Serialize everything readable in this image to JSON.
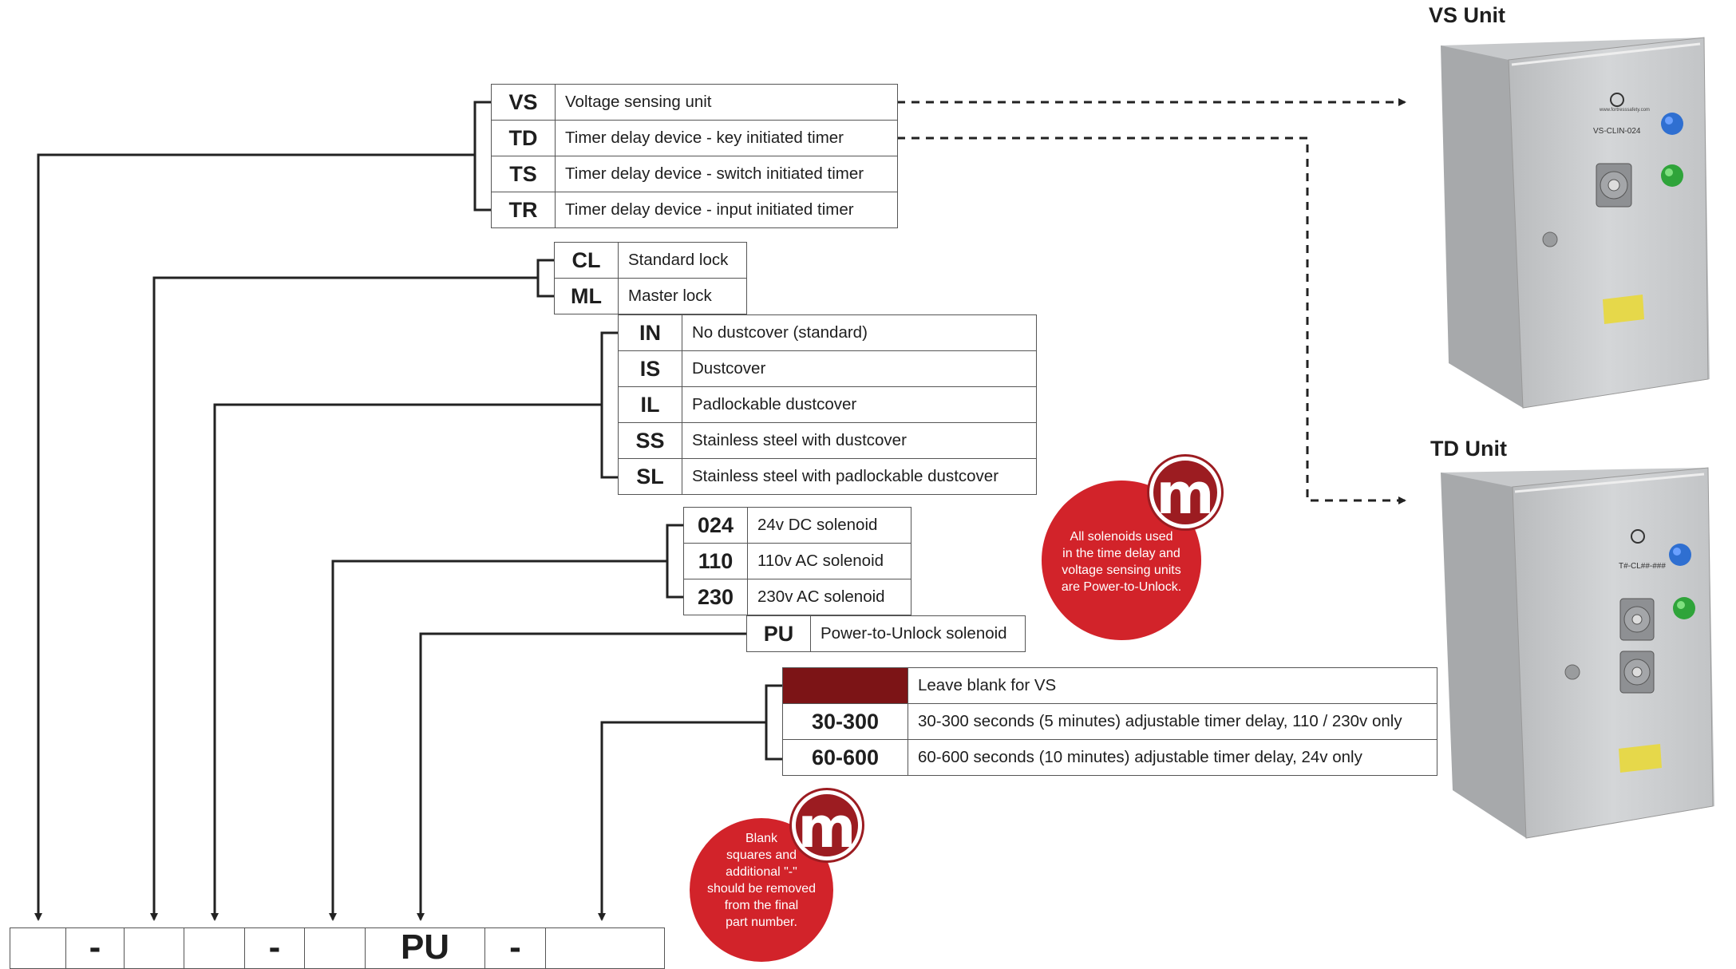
{
  "colors": {
    "accent_red": "#d2232a",
    "dark_red": "#7c1416",
    "line": "#222222"
  },
  "unit_type": {
    "rows": [
      {
        "code": "VS",
        "desc": "Voltage sensing unit"
      },
      {
        "code": "TD",
        "desc": "Timer delay device - key initiated timer"
      },
      {
        "code": "TS",
        "desc": "Timer delay device - switch initiated timer"
      },
      {
        "code": "TR",
        "desc": "Timer delay device - input initiated timer"
      }
    ]
  },
  "lock_type": {
    "rows": [
      {
        "code": "CL",
        "desc": "Standard lock"
      },
      {
        "code": "ML",
        "desc": "Master lock"
      }
    ]
  },
  "dustcover": {
    "rows": [
      {
        "code": "IN",
        "desc": "No dustcover (standard)"
      },
      {
        "code": "IS",
        "desc": "Dustcover"
      },
      {
        "code": "IL",
        "desc": "Padlockable dustcover"
      },
      {
        "code": "SS",
        "desc": "Stainless steel with dustcover"
      },
      {
        "code": "SL",
        "desc": "Stainless steel with padlockable dustcover"
      }
    ]
  },
  "voltage": {
    "rows": [
      {
        "code": "024",
        "desc": "24v DC solenoid"
      },
      {
        "code": "110",
        "desc": "110v AC solenoid"
      },
      {
        "code": "230",
        "desc": "230v AC solenoid"
      }
    ]
  },
  "solenoid": {
    "rows": [
      {
        "code": "PU",
        "desc": "Power-to-Unlock solenoid"
      }
    ]
  },
  "timer": {
    "rows": [
      {
        "code": "",
        "desc": "Leave blank for VS"
      },
      {
        "code": "30-300",
        "desc": "30-300 seconds (5 minutes) adjustable timer delay, 110 / 230v only"
      },
      {
        "code": "60-600",
        "desc": "60-600 seconds (10 minutes) adjustable timer delay, 24v only"
      }
    ]
  },
  "notes": {
    "solenoid_note": [
      "All solenoids used",
      "in the time delay and",
      "voltage sensing units",
      "are Power-to-Unlock."
    ],
    "blank_note": [
      "Blank",
      "squares and",
      "additional \"-\"",
      "should be removed",
      "from the final",
      "part number."
    ],
    "badge_letter": "m"
  },
  "units": {
    "vs_title": "VS Unit",
    "td_title": "TD Unit",
    "vs_label": "VS-CLIN-024",
    "td_label": "T#-CL##-###"
  },
  "part_number": {
    "cells": [
      "",
      "-",
      "",
      "",
      "-",
      "",
      "PU",
      "-",
      ""
    ]
  }
}
